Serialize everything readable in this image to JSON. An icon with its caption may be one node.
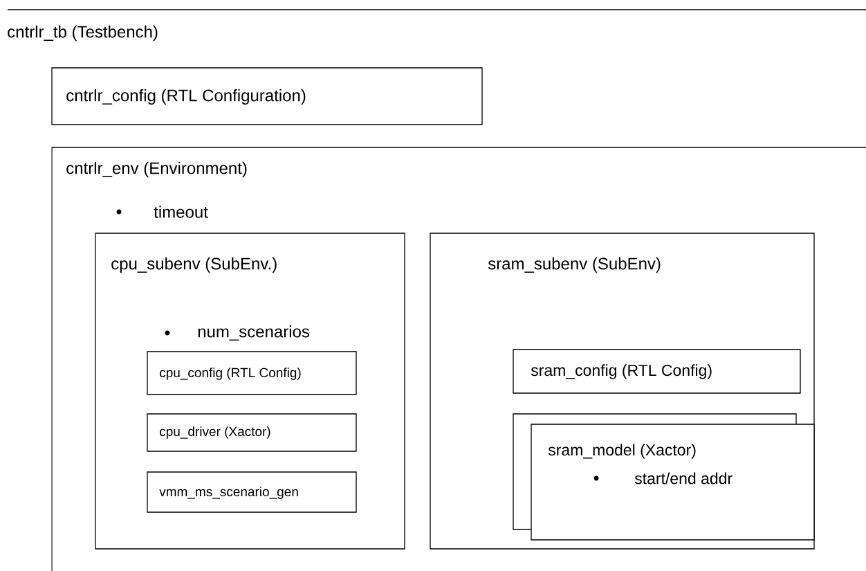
{
  "diagram": {
    "nodes": [
      {
        "text": [
          "cntrlr_tb (Testbench)"
        ]
      },
      {
        "text": [
          "cntrlr_config (RTL Configuration)"
        ]
      },
      {
        "text": [
          "cntrlr_env (Environment)",
          "timeout"
        ]
      },
      {
        "text": [
          "cpu_subenv (SubEnv.)",
          "num_scenarios"
        ],
        "in": 2
      },
      {
        "text": [
          "cpu_config (RTL Config)"
        ],
        "in": 3
      },
      {
        "text": [
          "cpu_driver (Xactor)"
        ],
        "in": 3
      },
      {
        "text": [
          "vmm_ms_scenario_gen"
        ],
        "in": 3
      },
      {
        "text": [
          "sram_subenv (SubEnv)"
        ],
        "in": 2
      },
      {
        "text": [
          "sram_config (RTL Config)"
        ],
        "in": 7
      },
      {
        "text": [
          "sram_model (Xactor)",
          "start/end addr"
        ],
        "in": 7
      }
    ]
  }
}
